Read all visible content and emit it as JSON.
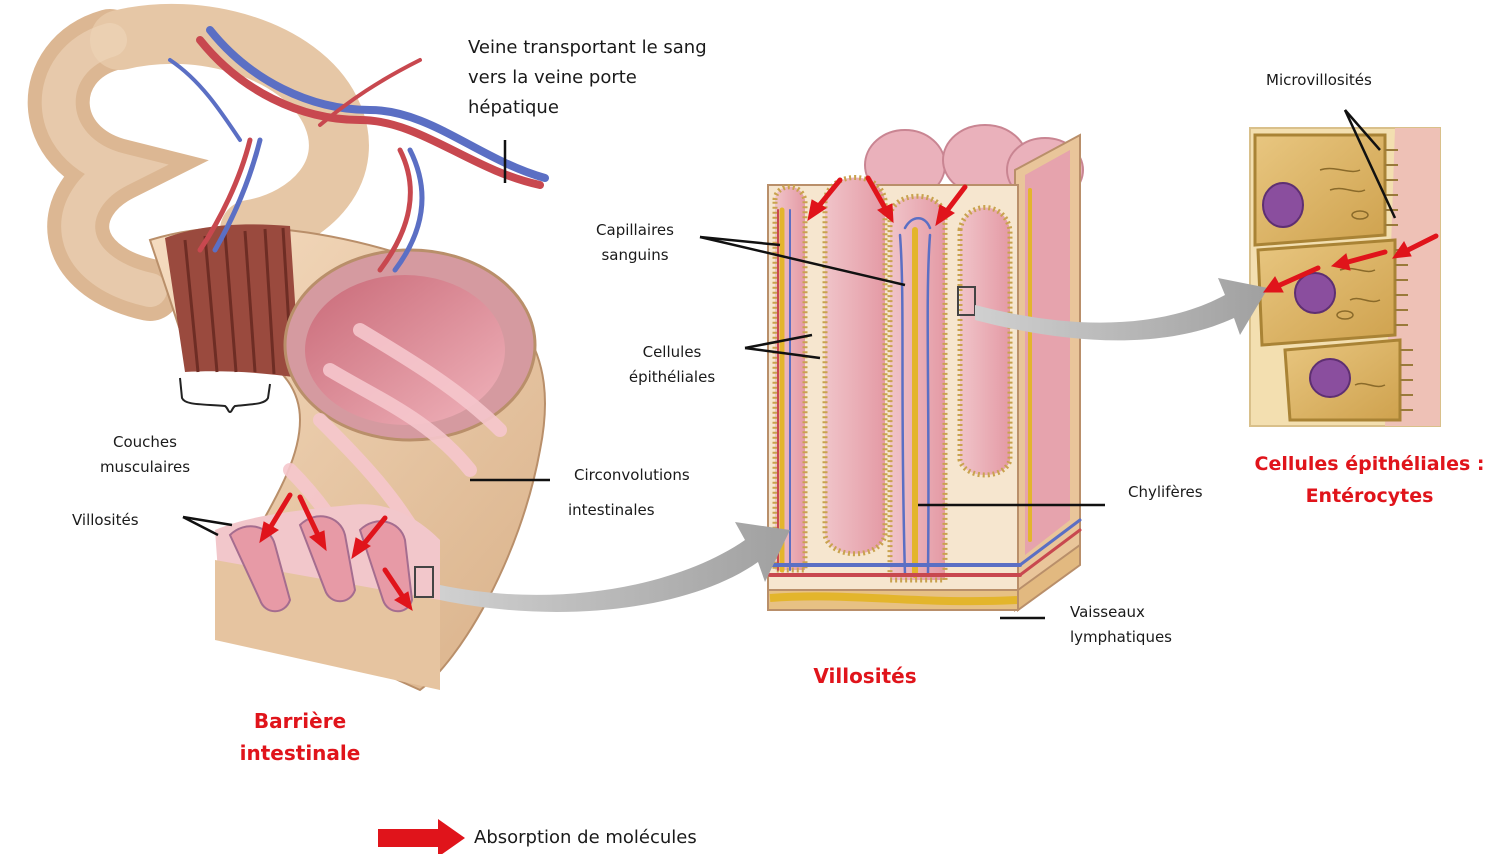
{
  "labels": {
    "veine": [
      "Veine transportant le sang",
      "vers la veine porte",
      "hépatique"
    ],
    "couches": [
      "Couches",
      "musculaires"
    ],
    "villosites_left": "Villosités",
    "circonvolutions": [
      "Circonvolutions",
      "intestinales"
    ],
    "capillaires": [
      "Capillaires",
      "sanguins"
    ],
    "cellules": [
      "Cellules",
      "épithéliales"
    ],
    "chyliferes": "Chylifères",
    "vaisseaux": [
      "Vaisseaux",
      "lymphatiques"
    ],
    "microvillosites": "Microvillosités"
  },
  "titles": {
    "barriere": [
      "Barrière",
      "intestinale"
    ],
    "villosites": "Villosités",
    "enterocytes": [
      "Cellules épithéliales :",
      "Entérocytes"
    ]
  },
  "legend": {
    "absorption": "Absorption de molécules"
  },
  "colors": {
    "absorption_arrow": "#e0141b",
    "title_red": "#e0141b",
    "artery": "#c8484f",
    "vein": "#5b6fc4",
    "lymph": "#e3b52c",
    "mucosa": "#e9a3ad",
    "intestine_outer": "#e8c9a6",
    "muscle": "#9a4a3e",
    "connector_arrow": "#a9a9a9"
  }
}
